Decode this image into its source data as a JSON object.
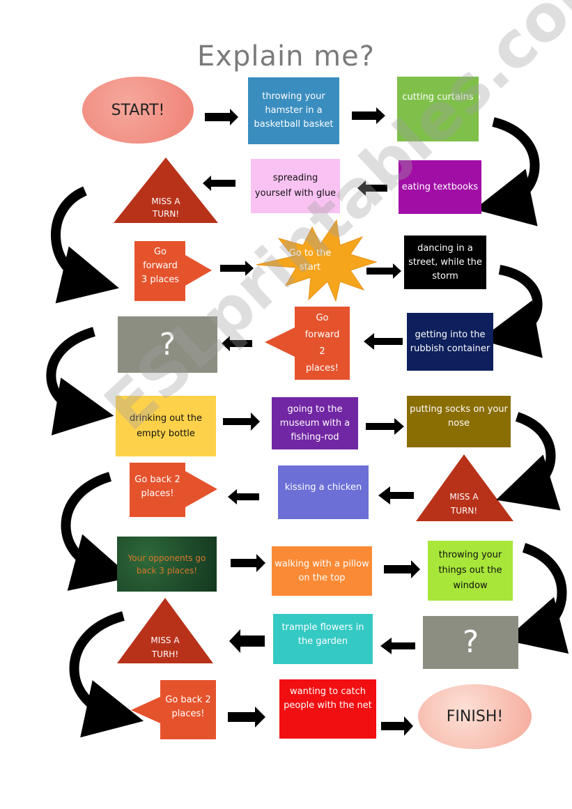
{
  "title": "Explain me?",
  "watermark": "ESLprintables.com",
  "start": "START!",
  "finish": "FINISH!",
  "colors": {
    "start_oval": "#f08c80",
    "finish_oval": "#f7b8a8",
    "arrow": "#000000",
    "triangle": "#b8321a",
    "orange_arrow": "#e5532d",
    "star": "#f5a51c",
    "question_box": "#8c8e82"
  },
  "squares": {
    "hamster": "throwing your hamster in a basketball basket",
    "curtains": "cutting curtains",
    "textbooks": "eating textbooks",
    "glue": "spreading yourself with glue",
    "dancing": "dancing in a street, while the storm",
    "rubbish": "getting into the rubbish container",
    "bottle": "drinking out the empty bottle",
    "museum": "going to the museum with a fishing-rod",
    "socks": "putting socks on your nose",
    "chicken": "kissing a chicken",
    "opponents": "Your opponents go back 3 places!",
    "pillow": "walking with a pillow on the top",
    "things": "throwing your things out the window",
    "flowers": "trample flowers in the garden",
    "net": "wanting to catch people with the net"
  },
  "specials": {
    "miss1": "MISS A TURN!",
    "miss2": "MISS A TURN!",
    "miss3": "MISS A TURH!",
    "forward3_a": "Go",
    "forward3_b": "forward",
    "forward3_c": "3 places",
    "gostart": "Go to the start",
    "forward2": "Go forward 2 places!",
    "question1": "?",
    "question2": "?",
    "back2a": "Go back 2 places!",
    "back2b": "Go back 2 places!"
  }
}
